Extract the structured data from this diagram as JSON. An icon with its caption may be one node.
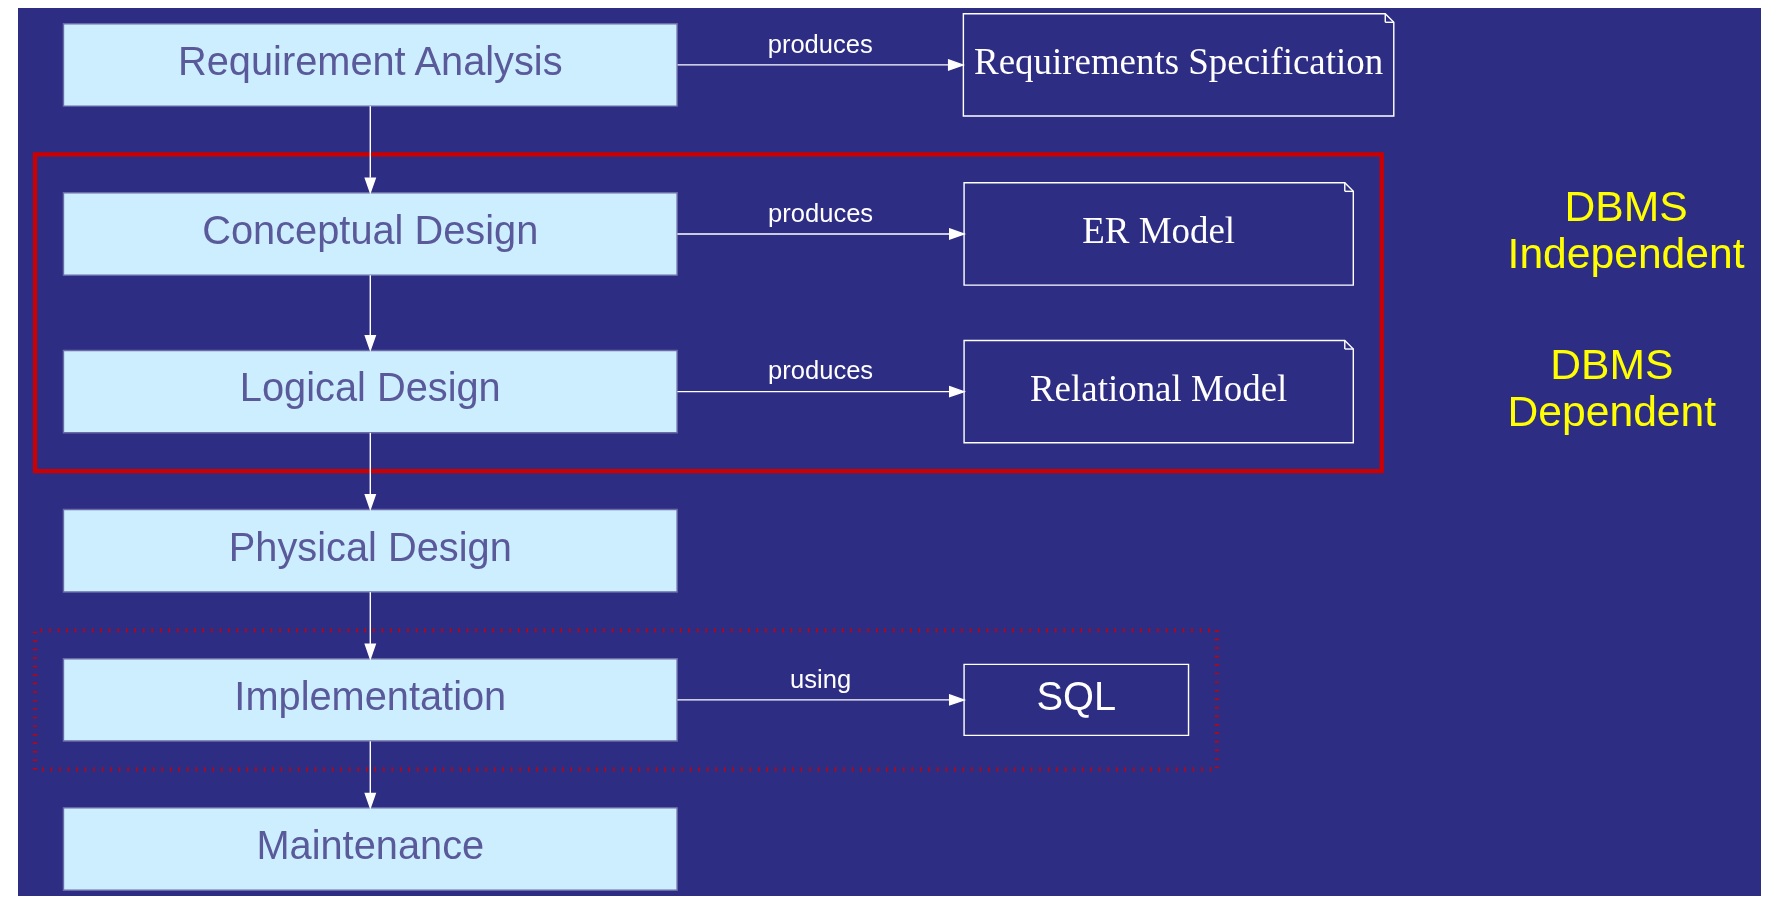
{
  "diagram": {
    "nodes": [
      {
        "text": [
          "Requirement Analysis"
        ]
      },
      {
        "text": [
          "Requirements Specification"
        ]
      },
      {
        "text": [],
        "shape": "box"
      },
      {
        "text": [
          "Conceptual Design"
        ],
        "in": 2
      },
      {
        "text": [
          "ER Model"
        ],
        "in": 2
      },
      {
        "text": [
          "Logical Design"
        ],
        "in": 2
      },
      {
        "text": [
          "Relational Model"
        ],
        "in": 2
      },
      {
        "text": [
          "Physical Design"
        ]
      },
      {
        "text": [],
        "shape": "box"
      },
      {
        "text": [
          "Implementation"
        ],
        "in": 8
      },
      {
        "text": [
          "SQL"
        ],
        "in": 8
      },
      {
        "text": [
          "Maintenance"
        ]
      }
    ],
    "edges": [
      {
        "from": 0,
        "to": 1,
        "arrow": "to",
        "label": "produces"
      },
      {
        "from": 0,
        "to": 3,
        "arrow": "to"
      },
      {
        "from": 3,
        "to": 4,
        "arrow": "to",
        "label": "produces"
      },
      {
        "from": 3,
        "to": 5,
        "arrow": "to"
      },
      {
        "from": 5,
        "to": 6,
        "arrow": "to",
        "label": "produces"
      },
      {
        "from": 5,
        "to": 7,
        "arrow": "to"
      },
      {
        "from": 7,
        "to": 9,
        "arrow": "to"
      },
      {
        "from": 9,
        "to": 10,
        "arrow": "to",
        "label": "using"
      },
      {
        "from": 9,
        "to": 11,
        "arrow": "to"
      }
    ],
    "labels": [
      "DBMS Independent",
      "DBMS Dependent"
    ]
  }
}
